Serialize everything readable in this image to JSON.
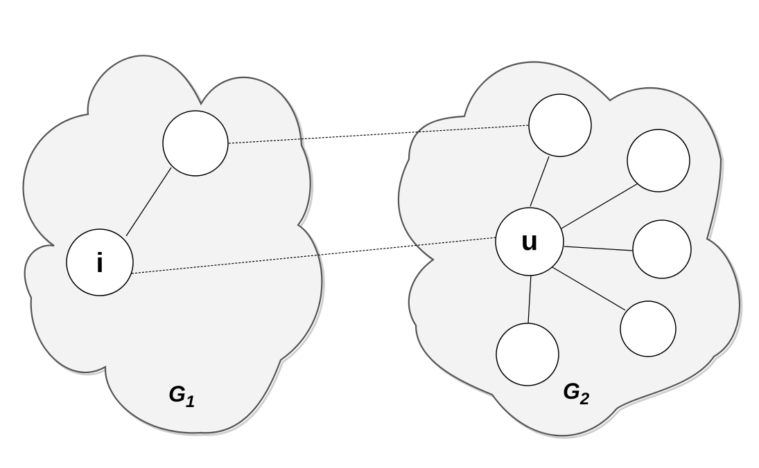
{
  "graphs": [
    {
      "id": "g1",
      "label": "G",
      "subscript": "1"
    },
    {
      "id": "g2",
      "label": "G",
      "subscript": "2"
    }
  ],
  "nodes": {
    "i": {
      "label": "i"
    },
    "u": {
      "label": "u"
    }
  },
  "colors": {
    "cloud_fill": "#f3f3f3",
    "cloud_stroke": "#555555",
    "node_fill": "#ffffff",
    "edge": "#000000"
  }
}
